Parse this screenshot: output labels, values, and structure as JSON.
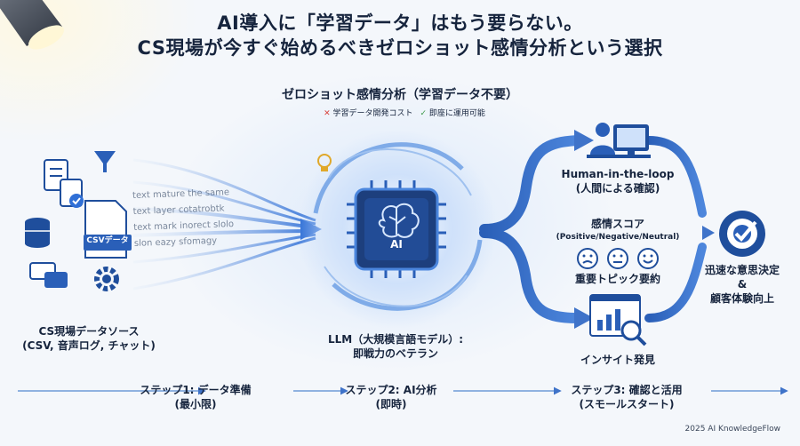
{
  "header": {
    "title_line1": "AI導入に「学習データ」はもう要らない。",
    "title_line2": "CS現場が今すぐ始めるべきゼロショット感情分析という選択"
  },
  "zero_shot": {
    "title": "ゼロショット感情分析（学習データ不要）",
    "con": "学習データ開発コスト",
    "pro": "即座に運用可能"
  },
  "source": {
    "file_badge": "CSVデータ",
    "label_line1": "CS現場データソース",
    "label_line2": "(CSV, 音声ログ, チャット)"
  },
  "stream_text": [
    "text mature the same",
    "text layer cotatrobtk",
    "text mark inorect slolo",
    "slon eazy sfomagy"
  ],
  "llm": {
    "chip_label": "AI",
    "label_line1": "LLM（大規模言語モデル）:",
    "label_line2": "即戦力のベテラン"
  },
  "human": {
    "label_line1": "Human-in-the-loop",
    "label_line2": "(人間による確認)"
  },
  "sentiment": {
    "title": "感情スコア",
    "classes": "(Positive/Negative/Neutral)",
    "summary": "重要トピック要約"
  },
  "insight": {
    "label": "インサイト発見"
  },
  "outcome": {
    "line1": "迅速な意思決定",
    "line2": "&",
    "line3": "顧客体験向上"
  },
  "steps": [
    {
      "line1": "ステップ1: データ準備",
      "line2": "(最小限)"
    },
    {
      "line1": "ステップ2: AI分析",
      "line2": "(即時)"
    },
    {
      "line1": "ステップ3: 確認と活用",
      "line2": "(スモールスタート)"
    }
  ],
  "footer": {
    "credit": "2025 AI KnowledgeFlow"
  },
  "colors": {
    "navy": "#16243d",
    "blue": "#2f6fd6",
    "dark_blue": "#1f4e9c",
    "red": "#d8413a",
    "green": "#3f9a4a"
  }
}
